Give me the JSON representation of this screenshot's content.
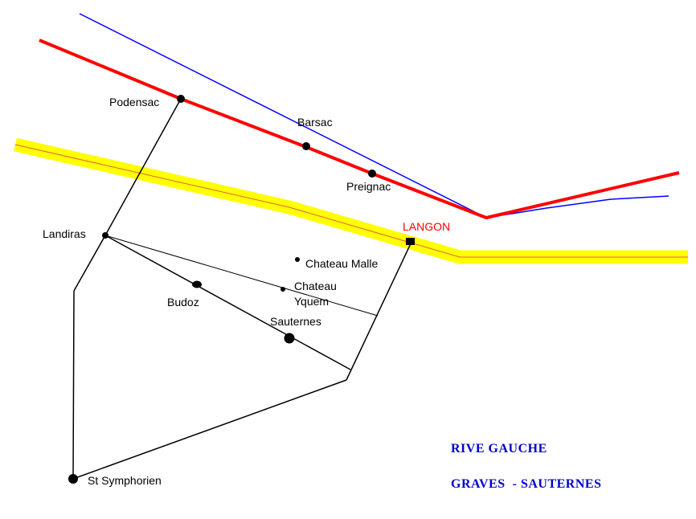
{
  "colors": {
    "river": "#0000ff",
    "rail": "#ff0000",
    "motorway": "#ffff00",
    "motorway_center": "#e06040",
    "roads": "#000000",
    "langon_label": "#ff0000",
    "titles": "#0000cc"
  },
  "icons": {
    "town": "filled-circle",
    "chateau": "small-dot",
    "langon": "filled-square"
  },
  "places": {
    "podensac": "Podensac",
    "barsac": "Barsac",
    "preignac": "Preignac",
    "langon": "LANGON",
    "landiras": "Landiras",
    "chateau_malle": "Chateau Malle",
    "chateau_yquem_line1": "Chateau",
    "chateau_yquem_line2": "Yquem",
    "budoz": "Budoz",
    "sauternes": "Sauternes",
    "st_symphorien": "St Symphorien"
  },
  "titles": {
    "line1": "RIVE GAUCHE",
    "line2": "GRAVES  - SAUTERNES"
  }
}
